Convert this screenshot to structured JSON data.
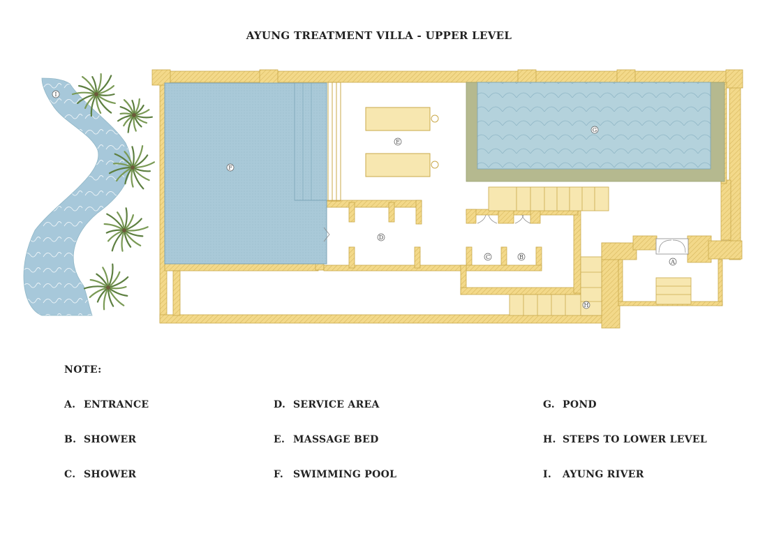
{
  "title": "AYUNG TREATMENT VILLA - UPPER LEVEL",
  "note_heading": "NOTE:",
  "legend": [
    {
      "key": "A.",
      "text": "ENTRANCE"
    },
    {
      "key": "B.",
      "text": "SHOWER"
    },
    {
      "key": "C.",
      "text": "SHOWER"
    },
    {
      "key": "D.",
      "text": "SERVICE AREA"
    },
    {
      "key": "E.",
      "text": "MASSAGE BED"
    },
    {
      "key": "F.",
      "text": "SWIMMING POOL"
    },
    {
      "key": "G.",
      "text": "POND"
    },
    {
      "key": "H.",
      "text": "STEPS TO LOWER LEVEL"
    },
    {
      "key": "I.",
      "text": "AYUNG RIVER"
    }
  ],
  "markers": {
    "A": "A",
    "B": "B",
    "C": "C",
    "D": "D",
    "E": "E",
    "F": "F",
    "G": "G",
    "H": "H",
    "I": "I"
  },
  "colors": {
    "wall": "#f3d98a",
    "wall_stroke": "#c9a84a",
    "pool": "#a9c9d8",
    "pond": "#b4d2dc",
    "pond_rim": "#b5b98f",
    "river": "#a7c8da",
    "bed": "#f7e7b0",
    "palm": "#6f8f4e"
  }
}
